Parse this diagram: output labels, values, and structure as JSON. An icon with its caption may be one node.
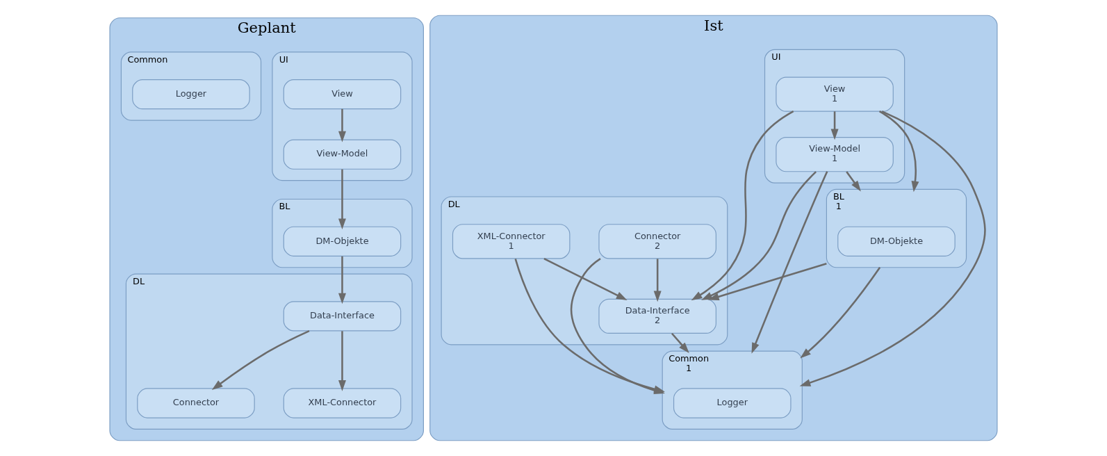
{
  "diagram": {
    "nodes": [
      {
        "text": [
          "Geplant"
        ]
      },
      {
        "text": [
          "UI"
        ],
        "in": 0
      },
      {
        "text": [
          "View"
        ],
        "in": 1
      },
      {
        "text": [
          "View-Model"
        ],
        "in": 1
      },
      {
        "text": [
          "BL"
        ],
        "in": 0
      },
      {
        "text": [
          "DM-Objekte"
        ],
        "in": 4
      },
      {
        "text": [
          "DL"
        ],
        "in": 0
      },
      {
        "text": [
          "Data-Interface"
        ],
        "in": 6
      },
      {
        "text": [
          "Connector"
        ],
        "in": 6
      },
      {
        "text": [
          "XML-Connector"
        ],
        "in": 6
      },
      {
        "text": [
          "Common"
        ],
        "in": 0
      },
      {
        "text": [
          "Logger"
        ],
        "in": 10
      },
      {
        "text": [
          "Ist"
        ]
      },
      {
        "text": [
          "UI"
        ],
        "in": 12
      },
      {
        "text": [
          "View",
          "1"
        ],
        "in": 13
      },
      {
        "text": [
          "View-Model",
          "1"
        ],
        "in": 13
      },
      {
        "text": [
          "BL",
          "1"
        ],
        "in": 12
      },
      {
        "text": [
          "DM-Objekte"
        ],
        "in": 16
      },
      {
        "text": [
          "DL"
        ],
        "in": 12
      },
      {
        "text": [
          "Data-Interface",
          "2"
        ],
        "in": 18
      },
      {
        "text": [
          "Connector",
          "2"
        ],
        "in": 18
      },
      {
        "text": [
          "XML-Connector",
          "1"
        ],
        "in": 18
      },
      {
        "text": [
          "Common",
          "1"
        ],
        "in": 12
      },
      {
        "text": [
          "Logger"
        ],
        "in": 22
      }
    ],
    "edges": [
      {
        "from": 2,
        "to": 3,
        "arrow": "to"
      },
      {
        "from": 3,
        "to": 5,
        "arrow": "to"
      },
      {
        "from": 5,
        "to": 7,
        "arrow": "to"
      },
      {
        "from": 7,
        "to": 8,
        "arrow": "to"
      },
      {
        "from": 7,
        "to": 9,
        "arrow": "to"
      },
      {
        "from": 14,
        "to": 22,
        "arrow": "to"
      },
      {
        "from": 14,
        "to": 15,
        "arrow": "to"
      },
      {
        "from": 14,
        "to": 16,
        "arrow": "to"
      },
      {
        "from": 14,
        "to": 19,
        "arrow": "to"
      },
      {
        "from": 15,
        "to": 22,
        "arrow": "to"
      },
      {
        "from": 15,
        "to": 16,
        "arrow": "to"
      },
      {
        "from": 15,
        "to": 19,
        "arrow": "to"
      },
      {
        "from": 16,
        "to": 22,
        "arrow": "to"
      },
      {
        "from": 16,
        "to": 19,
        "arrow": "to"
      },
      {
        "from": 19,
        "to": 22,
        "arrow": "to"
      },
      {
        "from": 20,
        "to": 19,
        "arrow": "to"
      },
      {
        "from": 21,
        "to": 19,
        "arrow": "to"
      },
      {
        "from": 21,
        "to": 22,
        "arrow": "to"
      },
      {
        "from": 20,
        "to": 22,
        "arrow": "to"
      }
    ]
  }
}
